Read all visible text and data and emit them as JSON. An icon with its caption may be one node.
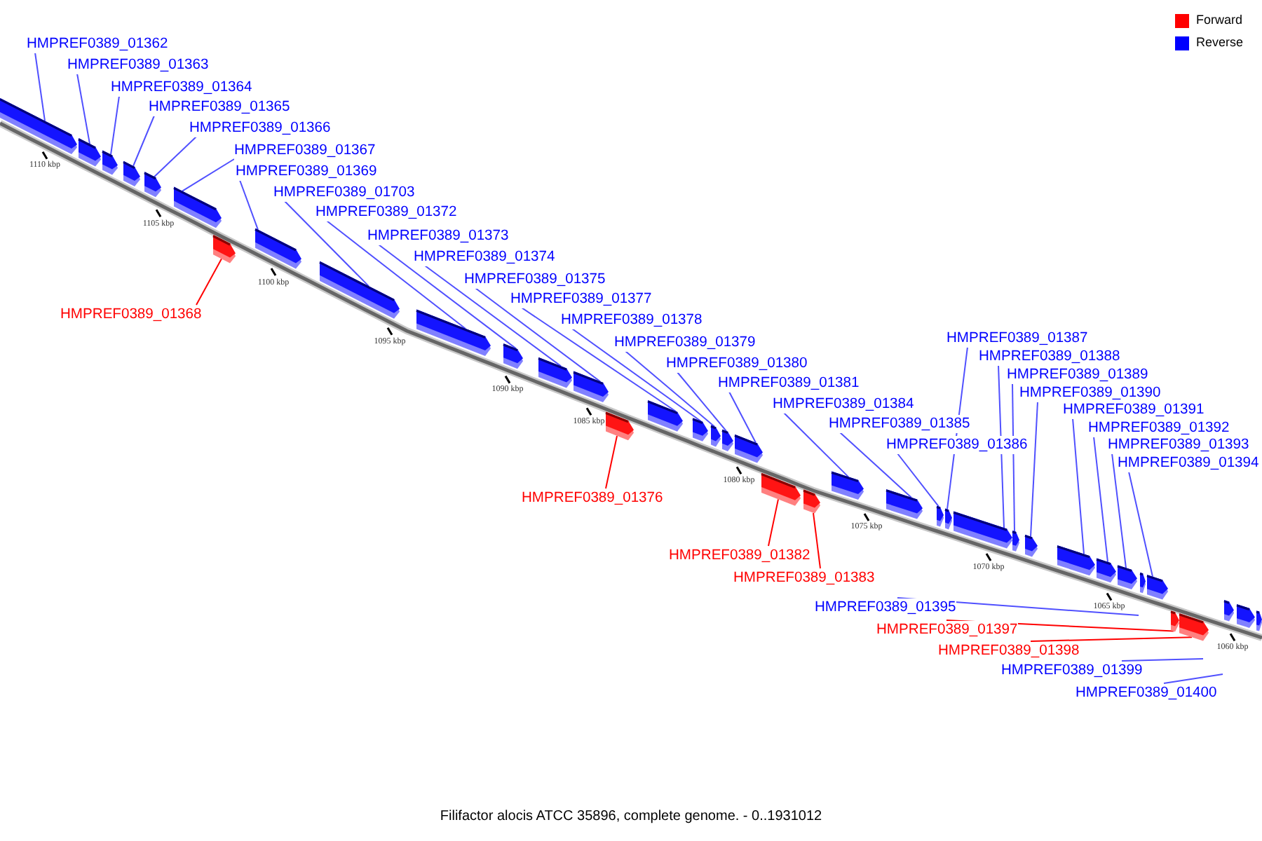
{
  "diagram": {
    "caption": "Filifactor alocis ATCC 35896, complete genome. - 0..1931012",
    "nodes": [
      {
        "text": [
          "HMPREF0389_01362"
        ]
      },
      {
        "text": [
          "HMPREF0389_01363"
        ]
      },
      {
        "text": [
          "HMPREF0389_01364"
        ]
      },
      {
        "text": [
          "HMPREF0389_01365"
        ]
      },
      {
        "text": [
          "HMPREF0389_01366"
        ]
      },
      {
        "text": [
          "HMPREF0389_01367"
        ]
      },
      {
        "text": [
          "HMPREF0389_01369"
        ]
      },
      {
        "text": [
          "HMPREF0389_01703"
        ]
      },
      {
        "text": [
          "HMPREF0389_01372"
        ]
      },
      {
        "text": [
          "HMPREF0389_01373"
        ]
      },
      {
        "text": [
          "HMPREF0389_01374"
        ]
      },
      {
        "text": [
          "HMPREF0389_01375"
        ]
      },
      {
        "text": [
          "HMPREF0389_01377"
        ]
      },
      {
        "text": [
          "HMPREF0389_01378"
        ]
      },
      {
        "text": [
          "HMPREF0389_01379"
        ]
      },
      {
        "text": [
          "HMPREF0389_01380"
        ]
      },
      {
        "text": [
          "HMPREF0389_01381"
        ]
      },
      {
        "text": [
          "HMPREF0389_01384"
        ]
      },
      {
        "text": [
          "HMPREF0389_01385"
        ]
      },
      {
        "text": [
          "HMPREF0389_01386"
        ]
      },
      {
        "text": [
          "HMPREF0389_01387"
        ]
      },
      {
        "text": [
          "HMPREF0389_01388"
        ]
      },
      {
        "text": [
          "HMPREF0389_01389"
        ]
      },
      {
        "text": [
          "HMPREF0389_01390"
        ]
      },
      {
        "text": [
          "HMPREF0389_01391"
        ]
      },
      {
        "text": [
          "HMPREF0389_01392"
        ]
      },
      {
        "text": [
          "HMPREF0389_01393"
        ]
      },
      {
        "text": [
          "HMPREF0389_01394"
        ]
      },
      {
        "text": [
          "HMPREF0389_01368"
        ]
      },
      {
        "text": [
          "HMPREF0389_01376"
        ]
      },
      {
        "text": [
          "HMPREF0389_01382"
        ]
      },
      {
        "text": [
          "HMPREF0389_01383"
        ]
      },
      {
        "text": [
          "HMPREF0389_01395"
        ]
      },
      {
        "text": [
          "HMPREF0389_01397"
        ]
      },
      {
        "text": [
          "HMPREF0389_01398"
        ]
      },
      {
        "text": [
          "HMPREF0389_01399"
        ]
      },
      {
        "text": [
          "HMPREF0389_01400"
        ]
      },
      {
        "text": [],
        "shape": "box"
      },
      {
        "text": [],
        "shape": "box"
      },
      {
        "text": [],
        "shape": "box"
      },
      {
        "text": [],
        "shape": "box"
      },
      {
        "text": [],
        "shape": "box"
      },
      {
        "text": [],
        "shape": "box"
      },
      {
        "text": [],
        "shape": "box"
      },
      {
        "text": [],
        "shape": "box"
      },
      {
        "text": [],
        "shape": "box"
      },
      {
        "text": [],
        "shape": "box"
      },
      {
        "text": [],
        "shape": "box"
      },
      {
        "text": [],
        "shape": "box"
      },
      {
        "text": [],
        "shape": "box"
      },
      {
        "text": [],
        "shape": "box"
      },
      {
        "text": [],
        "shape": "box"
      },
      {
        "text": [],
        "shape": "box"
      },
      {
        "text": [],
        "shape": "box"
      },
      {
        "text": [],
        "shape": "box"
      },
      {
        "text": [],
        "shape": "box"
      },
      {
        "text": [],
        "shape": "box"
      },
      {
        "text": [],
        "shape": "box"
      },
      {
        "text": [],
        "shape": "box"
      },
      {
        "text": [],
        "shape": "box"
      },
      {
        "text": [],
        "shape": "box"
      },
      {
        "text": [],
        "shape": "box"
      },
      {
        "text": [],
        "shape": "box"
      },
      {
        "text": [],
        "shape": "box"
      },
      {
        "text": [],
        "shape": "box"
      },
      {
        "text": [],
        "shape": "box"
      },
      {
        "text": [],
        "shape": "box"
      },
      {
        "text": [],
        "shape": "box"
      },
      {
        "text": [],
        "shape": "box"
      },
      {
        "text": [],
        "shape": "box"
      },
      {
        "text": [],
        "shape": "box"
      },
      {
        "text": [],
        "shape": "box"
      },
      {
        "text": [],
        "shape": "box"
      },
      {
        "text": [],
        "shape": "box"
      },
      {
        "text": [],
        "shape": "box"
      }
    ],
    "edges": [
      {
        "from": 0,
        "to": 37,
        "arrow": "none"
      },
      {
        "from": 1,
        "to": 38,
        "arrow": "none"
      },
      {
        "from": 2,
        "to": 39,
        "arrow": "none"
      },
      {
        "from": 3,
        "to": 40,
        "arrow": "none"
      },
      {
        "from": 4,
        "to": 41,
        "arrow": "none"
      },
      {
        "from": 5,
        "to": 42,
        "arrow": "none"
      },
      {
        "from": 6,
        "to": 44,
        "arrow": "none"
      },
      {
        "from": 7,
        "to": 45,
        "arrow": "none"
      },
      {
        "from": 8,
        "to": 46,
        "arrow": "none"
      },
      {
        "from": 9,
        "to": 47,
        "arrow": "none"
      },
      {
        "from": 10,
        "to": 48,
        "arrow": "none"
      },
      {
        "from": 11,
        "to": 49,
        "arrow": "none"
      },
      {
        "from": 12,
        "to": 51,
        "arrow": "none"
      },
      {
        "from": 13,
        "to": 52,
        "arrow": "none"
      },
      {
        "from": 14,
        "to": 53,
        "arrow": "none"
      },
      {
        "from": 15,
        "to": 54,
        "arrow": "none"
      },
      {
        "from": 16,
        "to": 55,
        "arrow": "none"
      },
      {
        "from": 17,
        "to": 58,
        "arrow": "none"
      },
      {
        "from": 18,
        "to": 59,
        "arrow": "none"
      },
      {
        "from": 19,
        "to": 60,
        "arrow": "none"
      },
      {
        "from": 20,
        "to": 61,
        "arrow": "none"
      },
      {
        "from": 21,
        "to": 62,
        "arrow": "none"
      },
      {
        "from": 22,
        "to": 63,
        "arrow": "none"
      },
      {
        "from": 23,
        "to": 64,
        "arrow": "none"
      },
      {
        "from": 24,
        "to": 65,
        "arrow": "none"
      },
      {
        "from": 25,
        "to": 66,
        "arrow": "none"
      },
      {
        "from": 26,
        "to": 67,
        "arrow": "none"
      },
      {
        "from": 27,
        "to": 69,
        "arrow": "none"
      },
      {
        "from": 28,
        "to": 43,
        "arrow": "none",
        "color": "#ff0000"
      },
      {
        "from": 29,
        "to": 50,
        "arrow": "none",
        "color": "#ff0000"
      },
      {
        "from": 30,
        "to": 56,
        "arrow": "none",
        "color": "#ff0000"
      },
      {
        "from": 31,
        "to": 57,
        "arrow": "none",
        "color": "#ff0000"
      },
      {
        "from": 32,
        "to": null,
        "arrow": "none"
      },
      {
        "from": 33,
        "to": 70,
        "arrow": "none",
        "color": "#ff0000"
      },
      {
        "from": 34,
        "to": 71,
        "arrow": "none",
        "color": "#ff0000"
      },
      {
        "from": 35,
        "to": null,
        "arrow": "none"
      },
      {
        "from": 36,
        "to": null,
        "arrow": "none"
      }
    ],
    "labels": [
      "1110 kbp",
      "1105 kbp",
      "1100 kbp",
      "1095 kbp",
      "1090 kbp",
      "1085 kbp",
      "1080 kbp",
      "1075 kbp",
      "1070 kbp",
      "1065 kbp",
      "1060 kbp"
    ],
    "legend": [
      {
        "text": "Forward",
        "color": "#ff0000"
      },
      {
        "text": "Reverse",
        "color": "#0000ff"
      }
    ]
  }
}
